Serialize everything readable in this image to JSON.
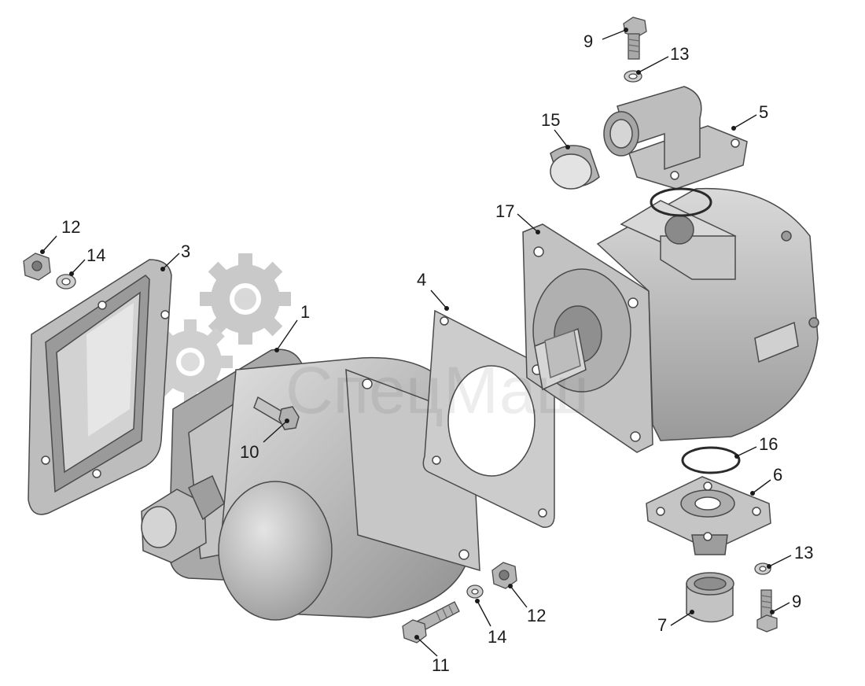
{
  "diagram": {
    "watermark_text": "СпецМаш",
    "colors": {
      "background": "#ffffff",
      "part_fill": "#b8b8b8",
      "part_light": "#d8d8d8",
      "part_dark": "#8a8a8a",
      "outline": "#4a4a4a",
      "leader": "#1a1a1a",
      "gear_watermark": "#c9c9c9"
    },
    "callouts": [
      {
        "id": "c9top",
        "label": "9"
      },
      {
        "id": "c13top",
        "label": "13"
      },
      {
        "id": "c5",
        "label": "5"
      },
      {
        "id": "c15",
        "label": "15"
      },
      {
        "id": "c17",
        "label": "17"
      },
      {
        "id": "c12left",
        "label": "12"
      },
      {
        "id": "c14left",
        "label": "14"
      },
      {
        "id": "c3",
        "label": "3"
      },
      {
        "id": "c1",
        "label": "1"
      },
      {
        "id": "c4",
        "label": "4"
      },
      {
        "id": "c10",
        "label": "10"
      },
      {
        "id": "c16",
        "label": "16"
      },
      {
        "id": "c6",
        "label": "6"
      },
      {
        "id": "c13bot",
        "label": "13"
      },
      {
        "id": "c9bot",
        "label": "9"
      },
      {
        "id": "c7",
        "label": "7"
      },
      {
        "id": "c12bot",
        "label": "12"
      },
      {
        "id": "c14bot",
        "label": "14"
      },
      {
        "id": "c11",
        "label": "11"
      }
    ]
  }
}
